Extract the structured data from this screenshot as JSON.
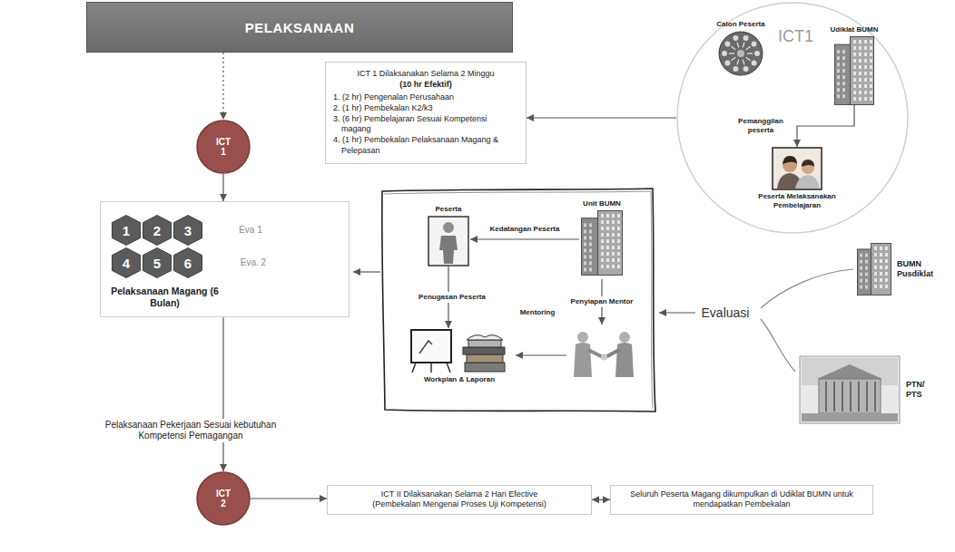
{
  "diagram": {
    "nodes": [
      {
        "text": [
          "PELAKSANAAN"
        ]
      },
      {
        "text": [
          "ICT 1"
        ]
      },
      {
        "text": [
          "ICT 1 Dilaksanakan Selama 2 Minggu",
          "(10 hr Efektif)",
          "1. (2 hr) Pengenalan Perusahaan",
          "2. (1 hr) Pembekalan K2/k3",
          "3. (6 hr) Pembelajaran Sesuai Kompetensi magang",
          "4. (1 hr) Pembekalan Pelaksanaan Magang & Pelepasan"
        ]
      },
      {
        "text": [
          "ICT1"
        ]
      },
      {
        "text": [
          "Calon Peserta"
        ],
        "in": 3
      },
      {
        "text": [
          "Udiklat BUMN"
        ],
        "in": 3
      },
      {
        "text": [
          "Peserta Melaksanakan Pembelajaran"
        ],
        "in": 3
      },
      {
        "text": [
          "Pelaksanaan Magang (6 Bulan)"
        ]
      },
      {
        "text": [
          "1"
        ],
        "in": 7
      },
      {
        "text": [
          "2"
        ],
        "in": 7
      },
      {
        "text": [
          "3"
        ],
        "in": 7
      },
      {
        "text": [
          "4"
        ],
        "in": 7
      },
      {
        "text": [
          "5"
        ],
        "in": 7
      },
      {
        "text": [
          "6"
        ],
        "in": 7
      },
      {
        "text": [
          "Peserta"
        ]
      },
      {
        "text": [
          "Unit BUMN"
        ]
      },
      {
        "text": [
          "Workplan & Laporan"
        ]
      },
      {
        "text": [
          "BUMN Pusdiklat"
        ]
      },
      {
        "text": [
          "PTN/ PTS"
        ]
      },
      {
        "text": [
          "ICT 2"
        ]
      },
      {
        "text": [
          "ICT II Dilaksanakan Selama 2 Hari Efective",
          "(Pembekalan Mengenai Proses Uji Kompetensi)"
        ]
      },
      {
        "text": [
          "Seluruh Peserta Magang dikumpulkan di Udiklat BUMN untuk mendapatkan Pembekalan"
        ]
      }
    ],
    "edges": [
      {
        "from": 0,
        "to": 1,
        "arrow": "to"
      },
      {
        "from": 3,
        "to": 2,
        "arrow": "to"
      },
      {
        "from": 5,
        "to": 6,
        "label": "Pemanggilan peserta",
        "arrow": "to"
      },
      {
        "from": 1,
        "to": 7,
        "arrow": "to"
      },
      {
        "from": 15,
        "to": 14,
        "label": "Kedatangan Peserta",
        "arrow": "to"
      },
      {
        "from": 14,
        "to": 16,
        "label": "Penugasan Peserta",
        "arrow": "to"
      },
      {
        "from": 7,
        "to": 19,
        "label": "Pelaksanaan Pekerjaan Sesuai kebutuhan Kompetensi Pemagangan",
        "arrow": "to"
      },
      {
        "from": 19,
        "to": 20,
        "arrow": "to"
      },
      {
        "from": 20,
        "to": 21,
        "arrow": "both"
      }
    ],
    "labels": [
      "Eva 1",
      "Eva. 2",
      "Mentoring",
      "Penyiapan Mentor",
      "Evaluasi"
    ]
  }
}
